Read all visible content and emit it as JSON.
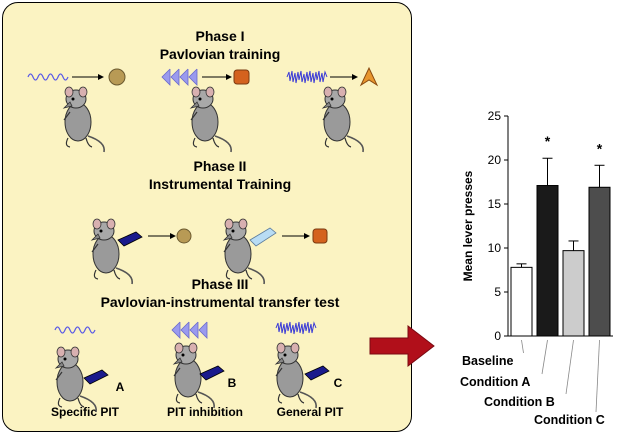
{
  "phase1": {
    "title": "Phase I",
    "subtitle": "Pavlovian training"
  },
  "phase2": {
    "title": "Phase II",
    "subtitle": "Instrumental Training"
  },
  "phase3": {
    "title": "Phase III",
    "subtitle": "Pavlovian-instrumental transfer test"
  },
  "test_groups": [
    {
      "letter": "A",
      "label": "Specific PIT"
    },
    {
      "letter": "B",
      "label": "PIT inhibition"
    },
    {
      "letter": "C",
      "label": "General PIT"
    }
  ],
  "colors": {
    "panel": "#fbf3c2",
    "tone": "#5a5ae6",
    "arrow": "#b10f1a",
    "lever_dark": "#1a1a8c",
    "lever_light": "#b8dcf4",
    "pellet": "#d4621e",
    "food": "#b89a55"
  },
  "chart_data": {
    "type": "bar",
    "categories": [
      "Baseline",
      "Condition A",
      "Condition B",
      "Condition C"
    ],
    "values": [
      7.8,
      17.1,
      9.7,
      16.9
    ],
    "errors": [
      0.4,
      3.1,
      1.1,
      2.5
    ],
    "significant": [
      false,
      true,
      false,
      true
    ],
    "sig_marker": "*",
    "bar_colors": [
      "#ffffff",
      "#1a1a1a",
      "#cccccc",
      "#4d4d4d"
    ],
    "ylabel": "Mean lever presses",
    "ylim": [
      0,
      25
    ],
    "yticks": [
      "0",
      "5",
      "10",
      "15",
      "20",
      "25"
    ]
  }
}
